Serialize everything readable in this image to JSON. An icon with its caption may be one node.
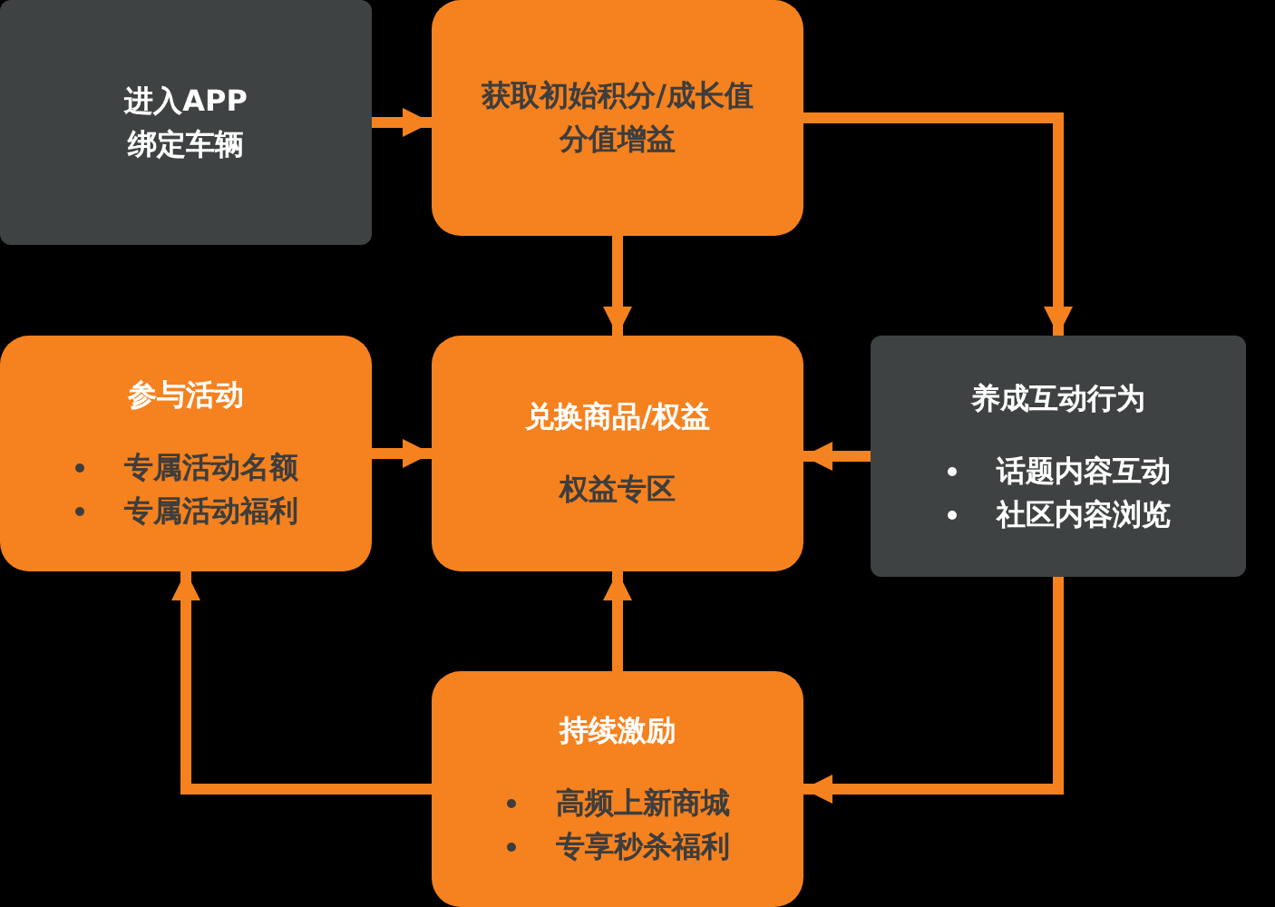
{
  "diagram": {
    "nodes": [
      {
        "text": [
          "进入APP",
          "绑定车辆"
        ]
      },
      {
        "text": [
          "获取初始积分/成长值",
          "分值增益"
        ]
      },
      {
        "text": [
          "参与活动",
          "专属活动名额",
          "专属活动福利"
        ]
      },
      {
        "text": [
          "兑换商品/权益",
          "权益专区"
        ]
      },
      {
        "text": [
          "养成互动行为",
          "话题内容互动",
          "社区内容浏览"
        ]
      },
      {
        "text": [
          "持续激励",
          "高频上新商城",
          "专享秒杀福利"
        ]
      }
    ],
    "edges": [
      {
        "from": 0,
        "to": 1,
        "arrow": "to"
      },
      {
        "from": 1,
        "to": 4,
        "arrow": "to"
      },
      {
        "from": 1,
        "to": 3,
        "arrow": "to"
      },
      {
        "from": 4,
        "to": 3,
        "arrow": "to"
      },
      {
        "from": 2,
        "to": 3,
        "arrow": "to"
      },
      {
        "from": 4,
        "to": 5,
        "arrow": "to"
      },
      {
        "from": 5,
        "to": 3,
        "arrow": "to"
      },
      {
        "from": 5,
        "to": 2,
        "arrow": "to"
      }
    ]
  }
}
